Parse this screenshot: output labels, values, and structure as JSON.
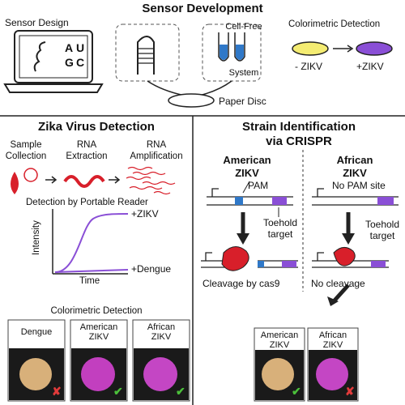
{
  "top": {
    "title": "Sensor Development",
    "sensor_design": "Sensor Design",
    "laptop_letters": [
      "A",
      "U",
      "G",
      "C"
    ],
    "cell_free_line1": "Cell-Free",
    "cell_free_line2": "System",
    "paper_disc": "Paper Disc",
    "colorimetric_title": "Colorimetric Detection",
    "neg_label": "- ZIKV",
    "pos_label": "+ZIKV"
  },
  "zika": {
    "title": "Zika Virus Detection",
    "steps": [
      {
        "line1": "Sample",
        "line2": "Collection"
      },
      {
        "line1": "RNA",
        "line2": "Extraction"
      },
      {
        "line1": "RNA",
        "line2": "Amplification"
      }
    ],
    "reader_title": "Detection by Portable Reader",
    "ylabel": "Intensity",
    "xlabel": "Time",
    "curve_pos": "+ZIKV",
    "curve_neg": "+Dengue",
    "colorimetric_title": "Colorimetric Detection",
    "samples": [
      {
        "line1": "Dengue",
        "line2": "",
        "result": "✘",
        "result_color": "#e23b3b",
        "disc_color": "#d8b07a"
      },
      {
        "line1": "American",
        "line2": "ZIKV",
        "result": "✔",
        "result_color": "#4bbf3a",
        "disc_color": "#c23fbf"
      },
      {
        "line1": "African",
        "line2": "ZIKV",
        "result": "✔",
        "result_color": "#4bbf3a",
        "disc_color": "#c446c4"
      }
    ]
  },
  "strain": {
    "title_line1": "Strain Identification",
    "title_line2": "via CRISPR",
    "american_line1": "American",
    "american_line2": "ZIKV",
    "african_line1": "African",
    "african_line2": "ZIKV",
    "pam": "PAM",
    "no_pam": "No PAM site",
    "toehold1": "Toehold",
    "toehold2": "target",
    "cleavage": "Cleavage by cas9",
    "no_cleavage": "No cleavage",
    "results": [
      {
        "line1": "American",
        "line2": "ZIKV",
        "result": "✔",
        "result_color": "#4bbf3a",
        "disc_color": "#d8b07a"
      },
      {
        "line1": "African",
        "line2": "ZIKV",
        "result": "✘",
        "result_color": "#e23b3b",
        "disc_color": "#c446c4"
      }
    ]
  },
  "colors": {
    "purple": "#8a4fd6",
    "yellow": "#f4ec72",
    "red": "#d81f2a",
    "blue": "#2f78c8"
  }
}
